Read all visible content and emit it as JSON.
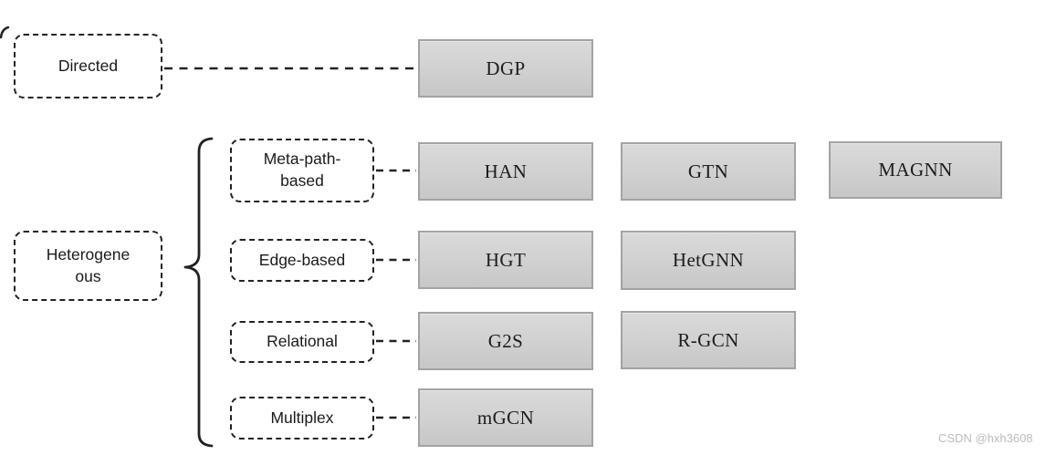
{
  "page": {
    "watermark": "CSDN @hxh3608"
  },
  "colors": {
    "model_box_fill_top": "#dadada",
    "model_box_fill_bottom": "#c7c7c7",
    "model_box_border": "#a3a3a3",
    "dashed_box_border": "#222222",
    "connector": "#222222",
    "text": "#1a1a1a",
    "watermark": "#b9bdc1"
  },
  "taxonomy": {
    "directed": {
      "label": "Directed",
      "models": [
        "DGP"
      ]
    },
    "heterogeneous": {
      "label_lines": [
        "Heterogene",
        "ous"
      ],
      "categories": [
        {
          "label_lines": [
            "Meta-path-",
            "based"
          ],
          "models": [
            "HAN",
            "GTN",
            "MAGNN"
          ]
        },
        {
          "label_lines": [
            "Edge-based"
          ],
          "models": [
            "HGT",
            "HetGNN"
          ]
        },
        {
          "label_lines": [
            "Relational"
          ],
          "models": [
            "G2S",
            "R-GCN"
          ]
        },
        {
          "label_lines": [
            "Multiplex"
          ],
          "models": [
            "mGCN"
          ]
        }
      ]
    }
  }
}
